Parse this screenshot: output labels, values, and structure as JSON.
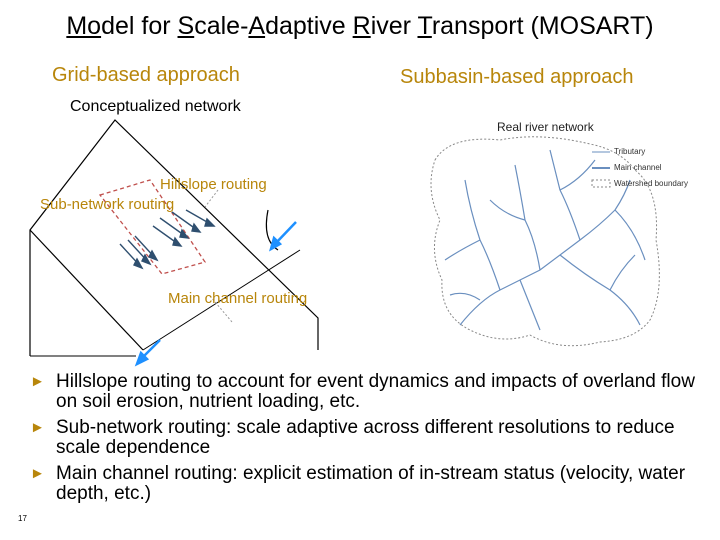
{
  "title": {
    "parts": [
      {
        "text": "Mo",
        "u": true
      },
      {
        "text": "del for ",
        "u": false
      },
      {
        "text": "S",
        "u": true
      },
      {
        "text": "cale-",
        "u": false
      },
      {
        "text": "A",
        "u": true
      },
      {
        "text": "daptive ",
        "u": false
      },
      {
        "text": "R",
        "u": true
      },
      {
        "text": "iver ",
        "u": false
      },
      {
        "text": "T",
        "u": true
      },
      {
        "text": "ransport (MOSART)",
        "u": false
      }
    ]
  },
  "left_heading": "Grid-based approach",
  "right_heading": "Subbasin-based approach",
  "concept_label": "Conceptualized network",
  "diagram": {
    "hillslope_label": "Hillslope routing",
    "subnetwork_label": "Sub-network  routing",
    "main_channel_label": "Main  channel routing"
  },
  "map": {
    "title": "Real river network",
    "legend": [
      "Tributary",
      "Main channel",
      "Watershed boundary"
    ]
  },
  "bullets": [
    "Hillslope routing to account for event dynamics and impacts of overland flow on soil erosion, nutrient loading, etc.",
    "Sub-network routing: scale adaptive across different resolutions to reduce scale dependence",
    "Main channel routing: explicit estimation of in-stream status (velocity, water depth, etc.)"
  ],
  "bullet_mark": "►",
  "slide_number": "17",
  "colors": {
    "accent": "#b8860b",
    "arrow_blue": "#1e90ff",
    "box_red": "#c0504d",
    "river_blue": "#6a8fbf"
  }
}
